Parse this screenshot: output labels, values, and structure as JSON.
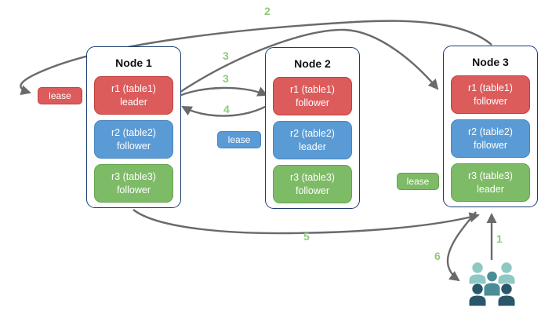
{
  "diagram": {
    "nodes": [
      {
        "title": "Node 1",
        "replicas": [
          {
            "name": "r1 (table1)",
            "role": "leader",
            "color": "red"
          },
          {
            "name": "r2 (table2)",
            "role": "follower",
            "color": "blue"
          },
          {
            "name": "r3 (table3)",
            "role": "follower",
            "color": "green"
          }
        ]
      },
      {
        "title": "Node 2",
        "replicas": [
          {
            "name": "r1 (table1)",
            "role": "follower",
            "color": "red"
          },
          {
            "name": "r2 (table2)",
            "role": "leader",
            "color": "blue"
          },
          {
            "name": "r3 (table3)",
            "role": "follower",
            "color": "green"
          }
        ]
      },
      {
        "title": "Node 3",
        "replicas": [
          {
            "name": "r1 (table1)",
            "role": "follower",
            "color": "red"
          },
          {
            "name": "r2 (table2)",
            "role": "follower",
            "color": "blue"
          },
          {
            "name": "r3 (table3)",
            "role": "leader",
            "color": "green"
          }
        ]
      }
    ],
    "leases": [
      {
        "label": "lease",
        "color": "red"
      },
      {
        "label": "lease",
        "color": "blue"
      },
      {
        "label": "lease",
        "color": "green"
      }
    ],
    "steps": {
      "s1": "1",
      "s2": "2",
      "s3a": "3",
      "s3b": "3",
      "s4": "4",
      "s5": "5",
      "s6": "6"
    },
    "icons": {
      "users": "users-group-icon"
    }
  },
  "colors": {
    "background": "#ffffff",
    "replica_red": "#dc5b5b",
    "replica_red_border": "#c0403f",
    "replica_blue": "#5b9bd5",
    "replica_blue_border": "#4a86be",
    "replica_green": "#7ebb67",
    "replica_green_border": "#63a44e",
    "node_border": "#1c3e6e",
    "node_title": "#111111",
    "arrow": "#6a6a6a",
    "step_label": "#8fca7b",
    "lease_text": "#ffffff",
    "replica_text": "#ffffff",
    "user_light": "#8fc7c3",
    "user_medium": "#4a8d96",
    "user_dark": "#29566a"
  }
}
